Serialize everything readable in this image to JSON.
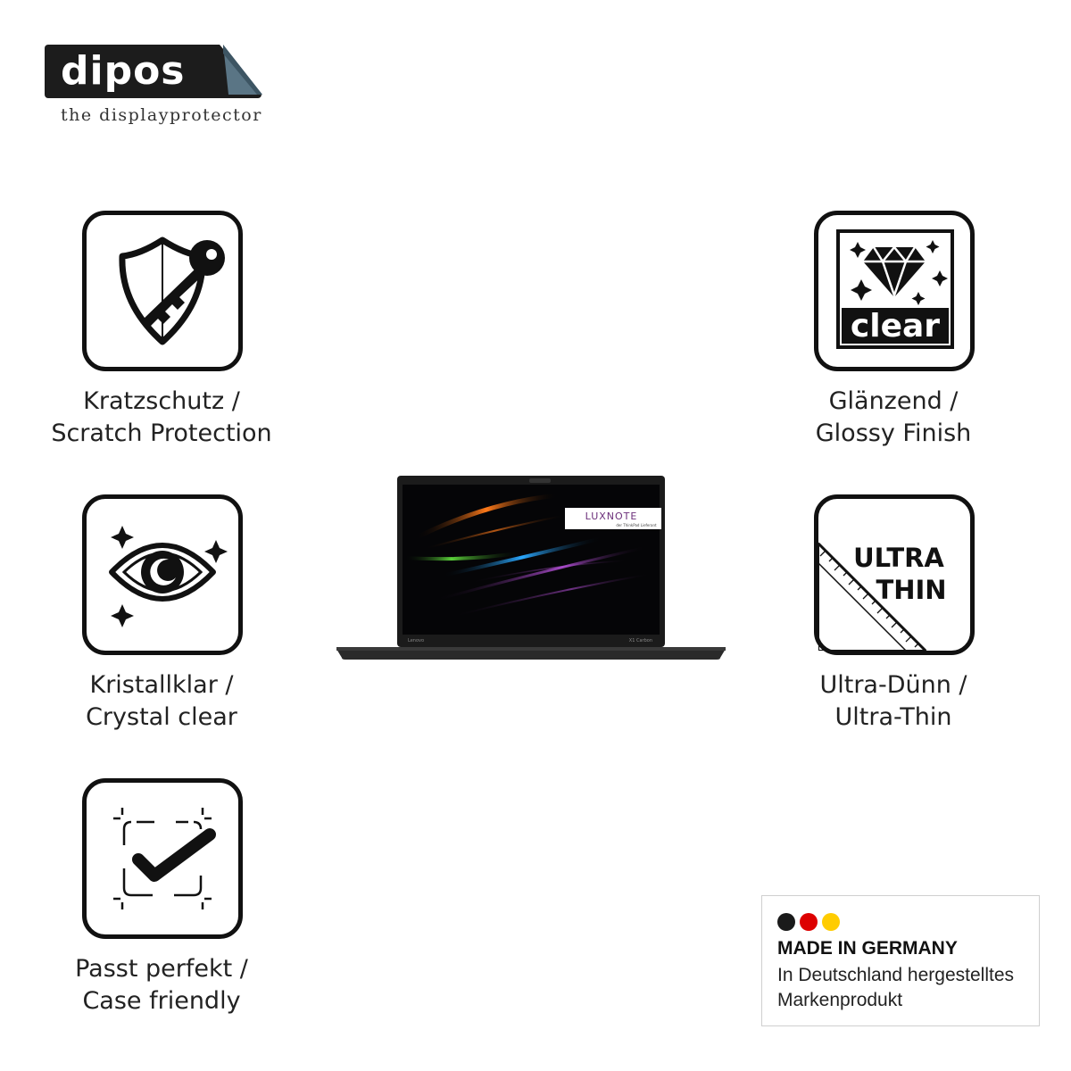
{
  "brand": {
    "name": "dipos",
    "tagline": "the displayprotector"
  },
  "features": {
    "scratch": {
      "line1": "Kratzschutz /",
      "line2": "Scratch Protection",
      "icon": "shield-key-icon"
    },
    "glossy": {
      "line1": "Glänzend /",
      "line2": "Glossy Finish",
      "icon": "diamond-clear-icon",
      "badge_text": "clear"
    },
    "crystal": {
      "line1": "Kristallklar /",
      "line2": "Crystal clear",
      "icon": "eye-sparkle-icon"
    },
    "thin": {
      "line1": "Ultra-Dünn /",
      "line2": "Ultra-Thin",
      "icon": "ruler-icon",
      "badge_line1": "ULTRA",
      "badge_line2": "THIN"
    },
    "fit": {
      "line1": "Passt perfekt /",
      "line2": "Case friendly",
      "icon": "checkmark-frame-icon"
    }
  },
  "product": {
    "screen_logo": "LUXNOTE",
    "screen_logo_sub": "der ThinkPad Lieferant",
    "bezel_left": "Lenovo",
    "bezel_right": "X1 Carbon"
  },
  "made_in": {
    "title": "MADE IN GERMANY",
    "line1": "In Deutschland hergestelltes",
    "line2": "Markenprodukt",
    "colors": [
      "#1a1a1a",
      "#dd0000",
      "#ffcc00"
    ]
  }
}
